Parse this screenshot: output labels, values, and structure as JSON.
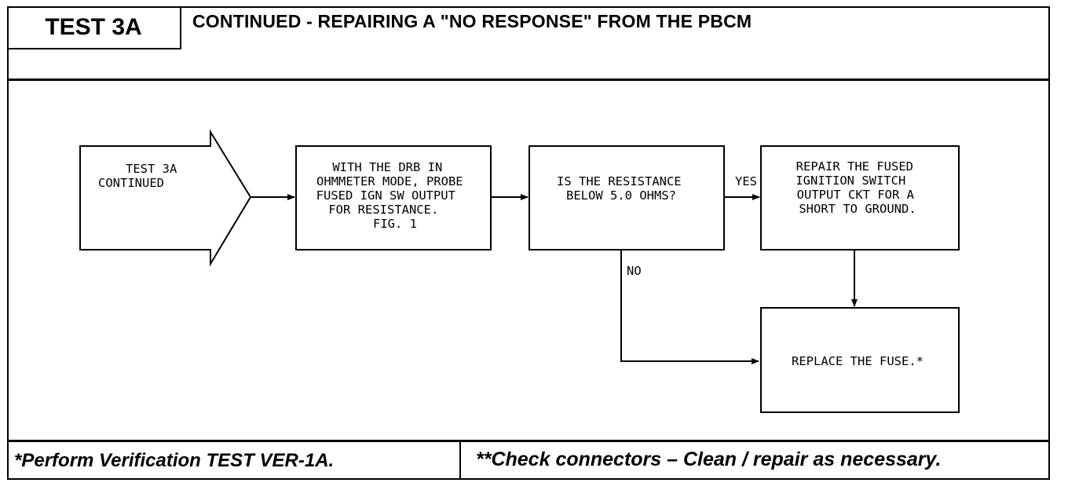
{
  "header": {
    "test_id": "TEST 3A",
    "title": "CONTINUED - REPAIRING A \"NO RESPONSE\" FROM THE PBCM"
  },
  "flowchart": {
    "start": [
      "TEST 3A",
      "CONTINUED"
    ],
    "step1": [
      "WITH THE DRB IN",
      "OHMMETER MODE, PROBE",
      "FUSED IGN SW OUTPUT",
      "FOR RESISTANCE.",
      "FIG. 1"
    ],
    "question": [
      "IS THE RESISTANCE",
      "BELOW 5.0 OHMS?"
    ],
    "yes_label": "YES",
    "no_label": "NO",
    "repair": [
      "REPAIR THE FUSED",
      "IGNITION SWITCH",
      "OUTPUT CKT FOR A",
      "SHORT TO GROUND."
    ],
    "replace": [
      "REPLACE THE FUSE.*"
    ]
  },
  "footer": {
    "left_note": "*Perform Verification TEST VER-1A.",
    "right_note": "**Check connectors – Clean / repair as necessary."
  }
}
